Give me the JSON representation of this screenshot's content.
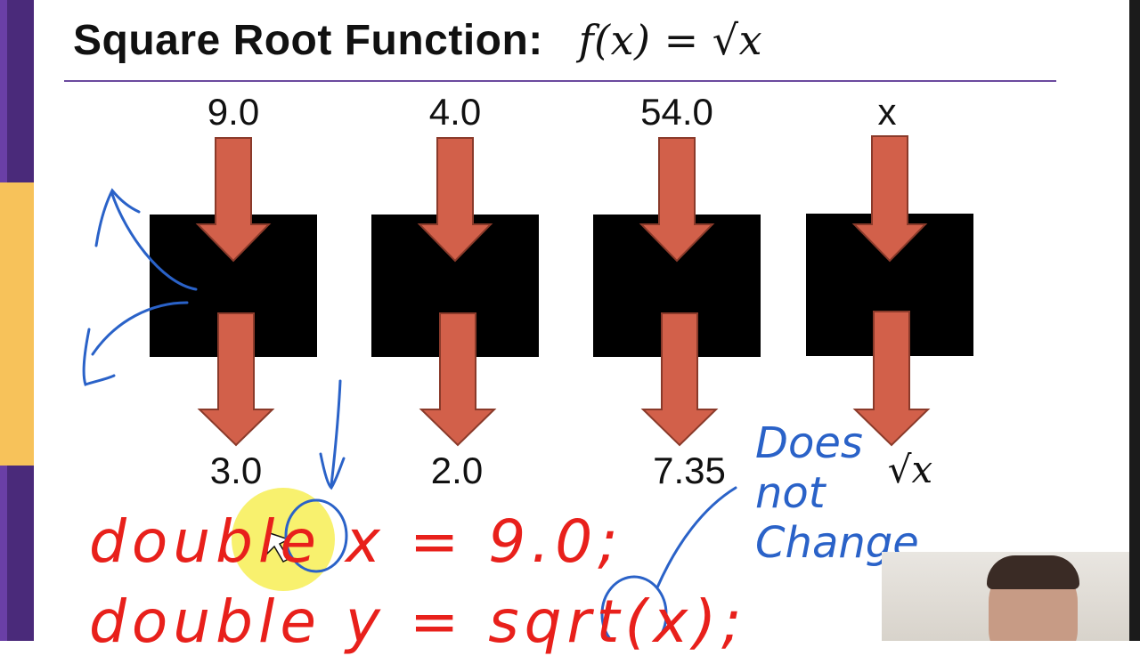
{
  "title": {
    "text": "Square Root Function:",
    "formula": "f(x) = √x"
  },
  "machines": [
    {
      "input": "9.0",
      "output": "3.0"
    },
    {
      "input": "4.0",
      "output": "2.0"
    },
    {
      "input": "54.0",
      "output": "7.35"
    },
    {
      "input": "x",
      "output": "√x"
    }
  ],
  "annotations": {
    "line1": "double x = 9.0;",
    "line2": "double y = sqrt(x);",
    "note": "Does not Change"
  },
  "colors": {
    "arrow": "#d2604a",
    "box": "#000000",
    "ink_blue": "#2a62c8",
    "ink_red": "#e8201b",
    "accent_purple": "#6b4a9e"
  }
}
